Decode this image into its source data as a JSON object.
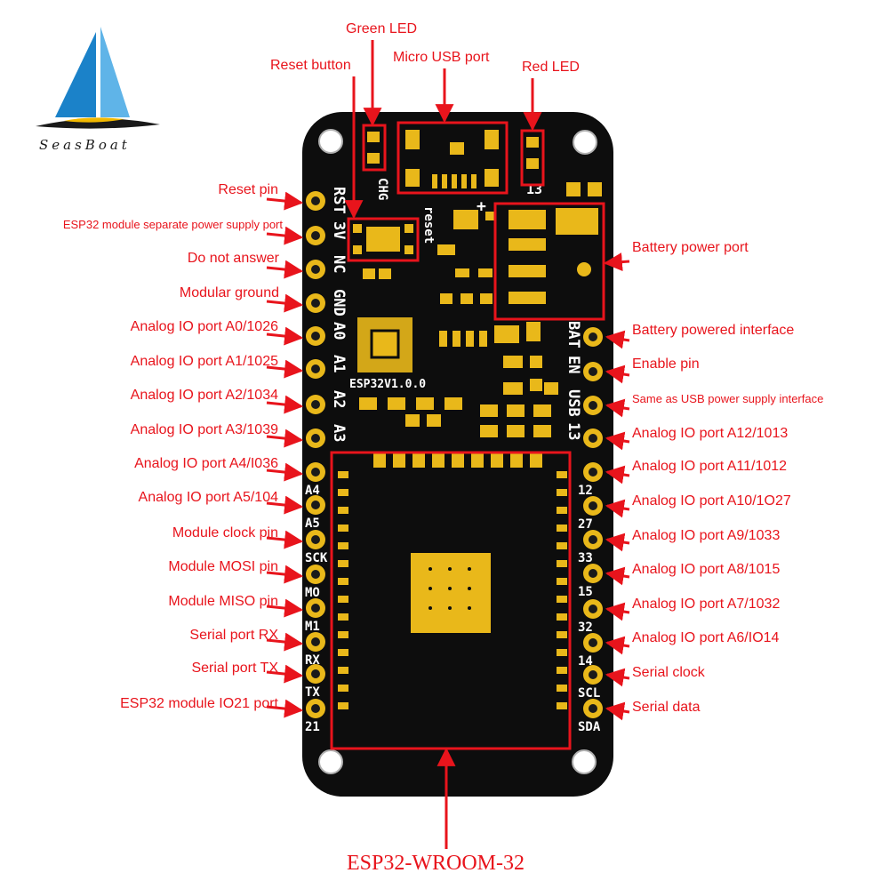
{
  "brand": {
    "name": "SeasBoat"
  },
  "top_labels": {
    "green_led": "Green LED",
    "reset_button": "Reset button",
    "micro_usb": "Micro USB port",
    "red_led": "Red LED"
  },
  "left_labels": [
    "Reset pin",
    "ESP32 module separate power supply port",
    "Do not answer",
    "Modular ground",
    "Analog IO port A0/1026",
    "Analog IO port A1/1025",
    "Analog IO port A2/1034",
    "Analog IO port A3/1039",
    "Analog IO port A4/I036",
    "Analog IO port A5/104",
    "Module clock pin",
    "Module MOSI pin",
    "Module MISO pin",
    "Serial port RX",
    "Serial port TX",
    "ESP32 module IO21 port"
  ],
  "right_labels": [
    "Battery power port",
    "Battery powered interface",
    "Enable pin",
    "Same as USB power supply interface",
    "Analog IO port A12/1013",
    "Analog IO port A11/1012",
    "Analog IO port A10/1O27",
    "Analog IO port A9/1033",
    "Analog IO port A8/1015",
    "Analog IO port A7/1032",
    "Analog IO port A6/IO14",
    "Serial clock",
    "Serial data"
  ],
  "left_pins_top": [
    "RST",
    "3V",
    "NC",
    "GND",
    "A0",
    "A1",
    "A2",
    "A3"
  ],
  "left_pins_bottom": [
    "A4",
    "A5",
    "SCK",
    "MO",
    "M1",
    "RX",
    "TX",
    "21"
  ],
  "right_pins_top": [
    "BAT",
    "EN",
    "USB",
    "13"
  ],
  "right_pins_bottom": [
    "12",
    "27",
    "33",
    "15",
    "32",
    "14",
    "SCL",
    "SDA"
  ],
  "board": {
    "chg": "CHG",
    "led13": "13",
    "reset": "reset",
    "plus": "+",
    "chip_label": "ESP32V1.0.0"
  },
  "module_title": "ESP32-WROOM-32",
  "colors": {
    "board": "#0d0d0d",
    "copper": "#e9b81a",
    "annotation": "#e8141c"
  }
}
